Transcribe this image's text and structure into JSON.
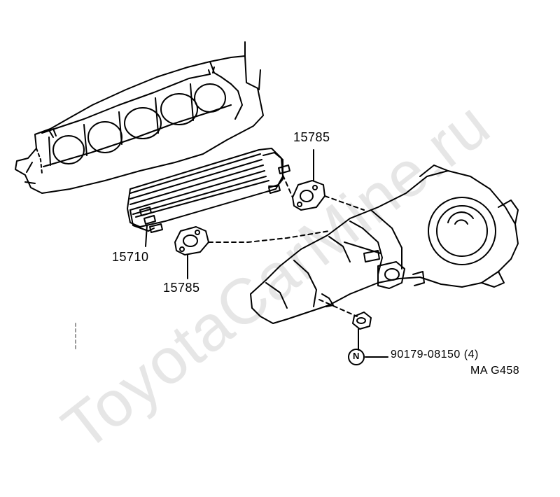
{
  "watermark": "ToyotaCarMine.ru",
  "labels": {
    "gasket_upper": "15785",
    "oil_cooler": "15710",
    "gasket_lower": "15785",
    "nut_part": "90179-08150 (4)",
    "nut_symbol": "N",
    "figure_code": "MA G458"
  }
}
